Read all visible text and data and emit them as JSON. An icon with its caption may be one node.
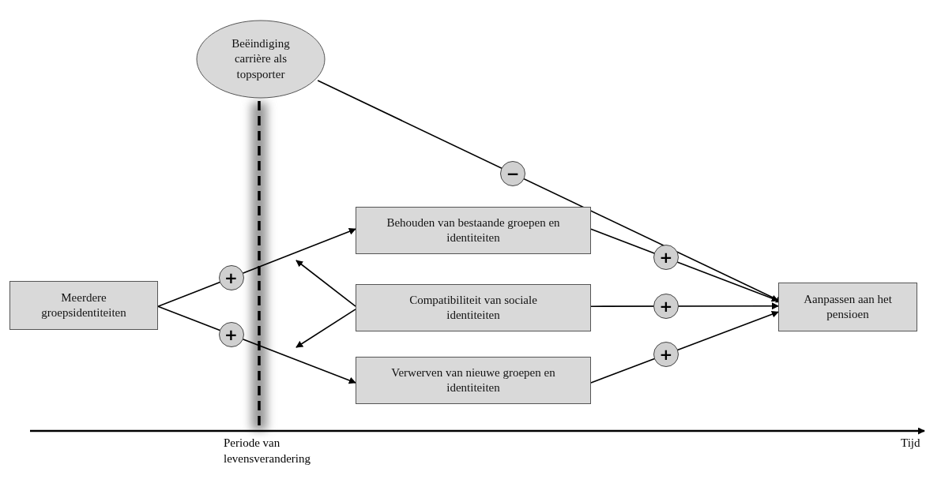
{
  "diagram": {
    "nodes": [
      {
        "text": [
          "Beëindiging carrière als topsporter"
        ]
      },
      {
        "text": [
          "Meerdere groepsidentiteiten"
        ]
      },
      {
        "text": [
          "Behouden van bestaande groepen en identiteiten"
        ]
      },
      {
        "text": [
          "Compatibiliteit van sociale identiteiten"
        ]
      },
      {
        "text": [
          "Verwerven van nieuwe groepen en identiteiten"
        ]
      },
      {
        "text": [
          "Aanpassen aan het pensioen"
        ]
      }
    ],
    "edges": [
      {
        "from": 0,
        "to": 5,
        "arrow": "to",
        "label": "−"
      },
      {
        "from": 1,
        "to": 2,
        "arrow": "to",
        "label": "+"
      },
      {
        "from": 1,
        "to": 4,
        "arrow": "to",
        "label": "+"
      },
      {
        "from": 3,
        "to": null,
        "arrow": "to"
      },
      {
        "from": 3,
        "to": null,
        "arrow": "to"
      },
      {
        "from": 2,
        "to": 5,
        "arrow": "to",
        "label": "+"
      },
      {
        "from": 3,
        "to": 5,
        "arrow": "to",
        "label": "+"
      },
      {
        "from": 4,
        "to": 5,
        "arrow": "to",
        "label": "+"
      }
    ],
    "labels": [
      "Periode van levensverandering",
      "Tijd"
    ]
  }
}
